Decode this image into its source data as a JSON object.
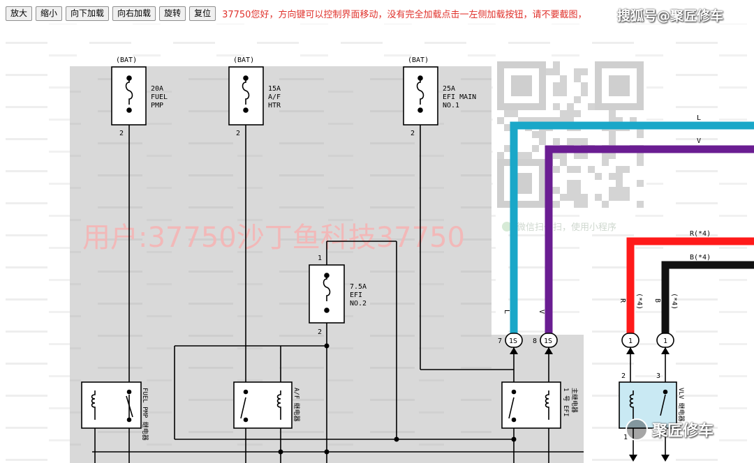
{
  "toolbar": {
    "zoom_in": "放大",
    "zoom_out": "缩小",
    "load_down": "向下加载",
    "load_right": "向右加载",
    "rotate": "旋转",
    "reset": "复位",
    "notice": "37750您好，方向键可以控制界面移动，没有完全加载点击一左侧加载按钮，请不要截图，"
  },
  "brand_top": "搜狐号@聚匠修车",
  "brand_bottom": "聚匠修车",
  "watermark": "用户:37750沙丁鱼科技37750",
  "qr_caption": "微信扫一扫，使用小程序",
  "fuses": [
    {
      "source": "(BAT)",
      "rating": "20A",
      "name1": "FUEL",
      "name2": "PMP",
      "pin": "2"
    },
    {
      "source": "(BAT)",
      "rating": "15A",
      "name1": "A/F",
      "name2": "HTR",
      "pin": "2"
    },
    {
      "source": "(BAT)",
      "rating": "25A",
      "name1": "EFI MAIN",
      "name2": "NO.1",
      "pin": "2"
    },
    {
      "top_pin": "1",
      "rating": "7.5A",
      "name1": "EFI",
      "name2": "NO.2",
      "pin": "2"
    }
  ],
  "relays": {
    "fuel_pmp": "FUEL PMP 继电器",
    "af": "A/F 继电器",
    "efi_main1": "1 号 EFI",
    "efi_main2": "主继电器",
    "vlv": "VLV 继电器"
  },
  "wires": {
    "L": "L",
    "V": "V",
    "R": "R(*4)",
    "B": "B(*4)",
    "L_v": "L",
    "V_v": "V",
    "R_v": "R",
    "B_v": "B",
    "R_note": "(*4)",
    "B_note": "(*4)"
  },
  "connectors": {
    "c7_pin": "7",
    "c7": "1S",
    "c8_pin": "8",
    "c8": "1S",
    "c_r": "1",
    "c_b": "1",
    "vlv_pin2": "2",
    "vlv_pin3": "3",
    "vlv_pin1": "1"
  },
  "colors": {
    "cyan_wire": "#1aa7c8",
    "violet_wire": "#6a1d92",
    "red_wire": "#ff1a1a",
    "black_wire": "#111111",
    "notice_red": "#e0322c",
    "panel_gray": "#d9d9d9"
  }
}
